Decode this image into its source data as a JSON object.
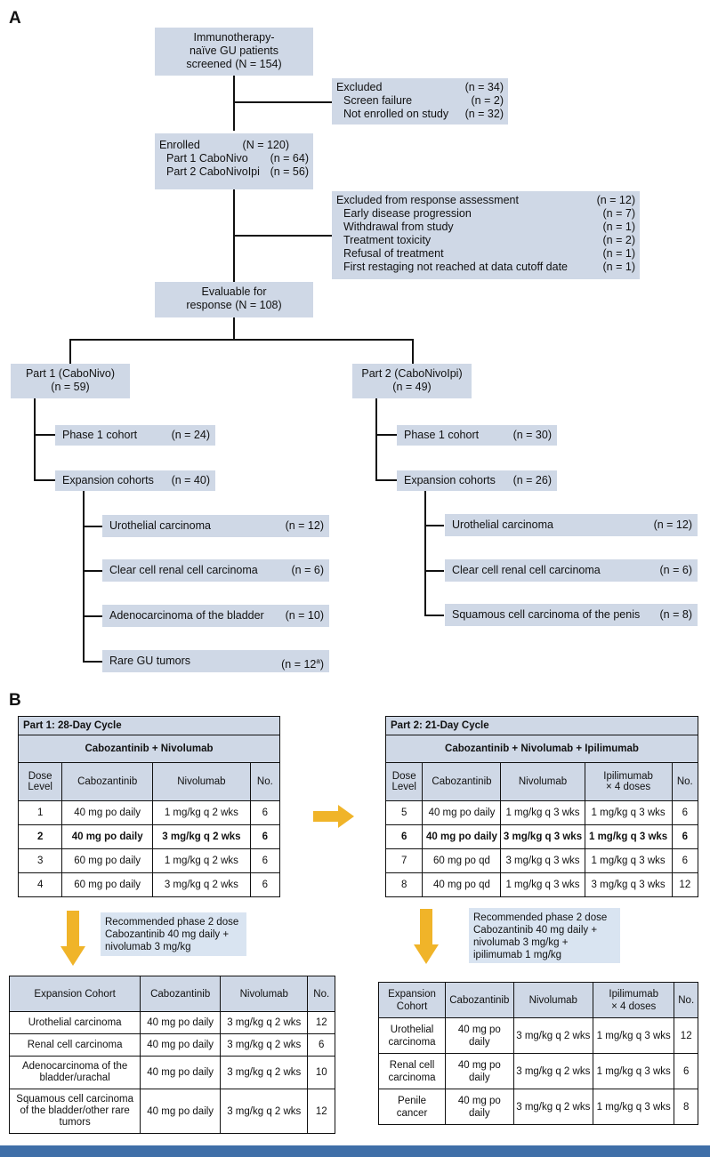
{
  "panel_a": {
    "letter": "A",
    "screened": {
      "l1": "Immunotherapy-",
      "l2": "naïve GU patients",
      "l3": "screened (N = 154)"
    },
    "excluded1": {
      "rows": [
        {
          "label": "Excluded",
          "n": "(n = 34)"
        },
        {
          "label": "Screen failure",
          "n": "(n = 2)"
        },
        {
          "label": "Not enrolled on study",
          "n": "(n = 32)"
        }
      ]
    },
    "enrolled": {
      "rows": [
        {
          "label": "Enrolled",
          "n": "(N = 120)"
        },
        {
          "label": "Part 1 CaboNivo",
          "n": "(n = 64)"
        },
        {
          "label": "Part 2 CaboNivoIpi",
          "n": "(n = 56)"
        }
      ]
    },
    "excluded2": {
      "rows": [
        {
          "label": "Excluded from response assessment",
          "n": "(n = 12)"
        },
        {
          "label": "Early disease progression",
          "n": "(n = 7)"
        },
        {
          "label": "Withdrawal from study",
          "n": "(n = 1)"
        },
        {
          "label": "Treatment toxicity",
          "n": "(n = 2)"
        },
        {
          "label": "Refusal of treatment",
          "n": "(n = 1)"
        },
        {
          "label": "First restaging not reached at data cutoff date",
          "n": "(n = 1)"
        }
      ]
    },
    "evaluable": {
      "l1": "Evaluable for",
      "l2": "response (N = 108)"
    },
    "part1": {
      "l1": "Part 1 (CaboNivo)",
      "l2": "(n = 59)"
    },
    "part2": {
      "l1": "Part 2 (CaboNivoIpi)",
      "l2": "(n = 49)"
    },
    "p1_phase1": {
      "label": "Phase 1 cohort",
      "n": "(n = 24)"
    },
    "p1_expansion": {
      "label": "Expansion cohorts",
      "n": "(n = 40)"
    },
    "p2_phase1": {
      "label": "Phase 1 cohort",
      "n": "(n = 30)"
    },
    "p2_expansion": {
      "label": "Expansion cohorts",
      "n": "(n = 26)"
    },
    "p1_cohorts": [
      {
        "label": "Urothelial carcinoma",
        "n": "(n = 12)"
      },
      {
        "label": "Clear cell renal cell carcinoma",
        "n": "(n = 6)"
      },
      {
        "label": "Adenocarcinoma of the bladder",
        "n": "(n = 10)"
      },
      {
        "label": "Rare GU tumors",
        "n": "(n = 12",
        "sup": "a",
        "close": ")"
      }
    ],
    "p2_cohorts": [
      {
        "label": "Urothelial carcinoma",
        "n": "(n = 12)"
      },
      {
        "label": "Clear cell renal cell carcinoma",
        "n": "(n = 6)"
      },
      {
        "label": "Squamous cell carcinoma of the penis",
        "n": "(n = 8)"
      }
    ]
  },
  "panel_b": {
    "letter": "B",
    "part1_table": {
      "title": "Part 1: 28-Day Cycle",
      "regimen": "Cabozantinib + Nivolumab",
      "headers": [
        "Dose\nLevel",
        "Cabozantinib",
        "Nivolumab",
        "No."
      ],
      "rows": [
        [
          "1",
          "40 mg po daily",
          "1 mg/kg q 2 wks",
          "6"
        ],
        [
          "2",
          "40 mg po daily",
          "3 mg/kg q 2 wks",
          "6"
        ],
        [
          "3",
          "60 mg po daily",
          "1 mg/kg q 2 wks",
          "6"
        ],
        [
          "4",
          "60 mg po daily",
          "3 mg/kg q 2 wks",
          "6"
        ]
      ]
    },
    "part2_table": {
      "title": "Part 2: 21-Day Cycle",
      "regimen": "Cabozantinib + Nivolumab + Ipilimumab",
      "headers": [
        "Dose\nLevel",
        "Cabozantinib",
        "Nivolumab",
        "Ipilimumab\n× 4 doses",
        "No."
      ],
      "rows": [
        [
          "5",
          "40 mg po daily",
          "1 mg/kg q 3 wks",
          "1 mg/kg q 3 wks",
          "6"
        ],
        [
          "6",
          "40 mg po daily",
          "3 mg/kg q 3 wks",
          "1 mg/kg q 3 wks",
          "6"
        ],
        [
          "7",
          "60 mg po qd",
          "3 mg/kg q 3 wks",
          "1 mg/kg q 3 wks",
          "6"
        ],
        [
          "8",
          "40 mg po qd",
          "1 mg/kg q 3 wks",
          "3 mg/kg q 3 wks",
          "12"
        ]
      ]
    },
    "rp2d_1": {
      "l1": "Recommended phase 2 dose",
      "l2": "Cabozantinib 40 mg daily +",
      "l3": "nivolumab 3 mg/kg"
    },
    "rp2d_2": {
      "l1": "Recommended phase 2 dose",
      "l2": "Cabozantinib 40 mg daily +",
      "l3": "nivolumab 3 mg/kg +",
      "l4": "ipilimumab 1 mg/kg"
    },
    "exp1_table": {
      "headers": [
        "Expansion Cohort",
        "Cabozantinib",
        "Nivolumab",
        "No."
      ],
      "rows": [
        [
          "Urothelial carcinoma",
          "40 mg po daily",
          "3 mg/kg q 2 wks",
          "12"
        ],
        [
          "Renal cell carcinoma",
          "40 mg po daily",
          "3 mg/kg q 2 wks",
          "6"
        ],
        [
          "Adenocarcinoma of the\nbladder/urachal",
          "40 mg po daily",
          "3 mg/kg q 2 wks",
          "10"
        ],
        [
          "Squamous cell carcinoma\nof the bladder/other rare\ntumors",
          "40 mg po daily",
          "3 mg/kg q 2 wks",
          "12"
        ]
      ]
    },
    "exp2_table": {
      "headers": [
        "Expansion\nCohort",
        "Cabozantinib",
        "Nivolumab",
        "Ipilimumab\n× 4 doses",
        "No."
      ],
      "rows": [
        [
          "Urothelial\ncarcinoma",
          "40 mg po\ndaily",
          "3 mg/kg q 2 wks",
          "1 mg/kg q 3 wks",
          "12"
        ],
        [
          "Renal cell\ncarcinoma",
          "40 mg po\ndaily",
          "3 mg/kg q 2 wks",
          "1 mg/kg q 3 wks",
          "6"
        ],
        [
          "Penile\ncancer",
          "40 mg po\ndaily",
          "3 mg/kg q 2 wks",
          "1 mg/kg q 3 wks",
          "8"
        ]
      ]
    },
    "colors": {
      "box": "#cfd8e6",
      "arrow": "#f0b429",
      "footer": "#3f6fa8"
    }
  }
}
